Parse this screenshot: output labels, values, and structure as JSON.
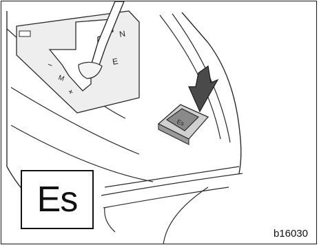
{
  "illustration": {
    "button_label": "Es",
    "callout_label": "Es",
    "figure_id": "b16030",
    "gate_letters": {
      "n": "N",
      "e": "E",
      "m": "M",
      "plus": "+",
      "minus": "−"
    }
  },
  "colors": {
    "line": "#2a2a2a",
    "gate_fill": "#eeeeee",
    "button_fill": "#8a8a8a",
    "arrow_fill": "#4a4a4a"
  }
}
